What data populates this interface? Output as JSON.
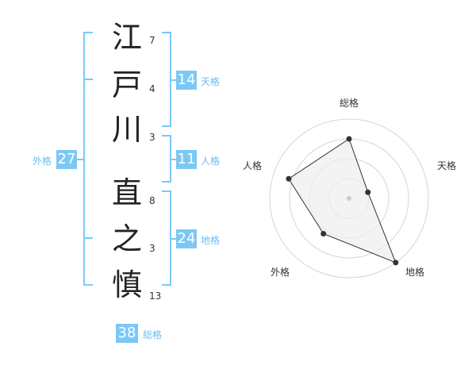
{
  "name": {
    "chars": [
      {
        "char": "江",
        "strokes": "7"
      },
      {
        "char": "戸",
        "strokes": "4"
      },
      {
        "char": "川",
        "strokes": "3"
      },
      {
        "char": "直",
        "strokes": "8"
      },
      {
        "char": "之",
        "strokes": "3"
      },
      {
        "char": "慎",
        "strokes": "13"
      }
    ]
  },
  "kakusu": {
    "tenkaku": {
      "value": "14",
      "label": "天格"
    },
    "jinkaku": {
      "value": "11",
      "label": "人格"
    },
    "chikaku": {
      "value": "24",
      "label": "地格"
    },
    "gaikaku": {
      "value": "27",
      "label": "外格"
    },
    "soukaku": {
      "value": "38",
      "label": "総格"
    }
  },
  "colors": {
    "accent": "#7cc8f5",
    "accent_text": "#6dbdee"
  },
  "chart_data": {
    "type": "radar",
    "axes": [
      "総格",
      "天格",
      "地格",
      "外格",
      "人格"
    ],
    "values": [
      0.75,
      0.25,
      1.0,
      0.55,
      0.8
    ],
    "rings": 4,
    "grid": true
  }
}
